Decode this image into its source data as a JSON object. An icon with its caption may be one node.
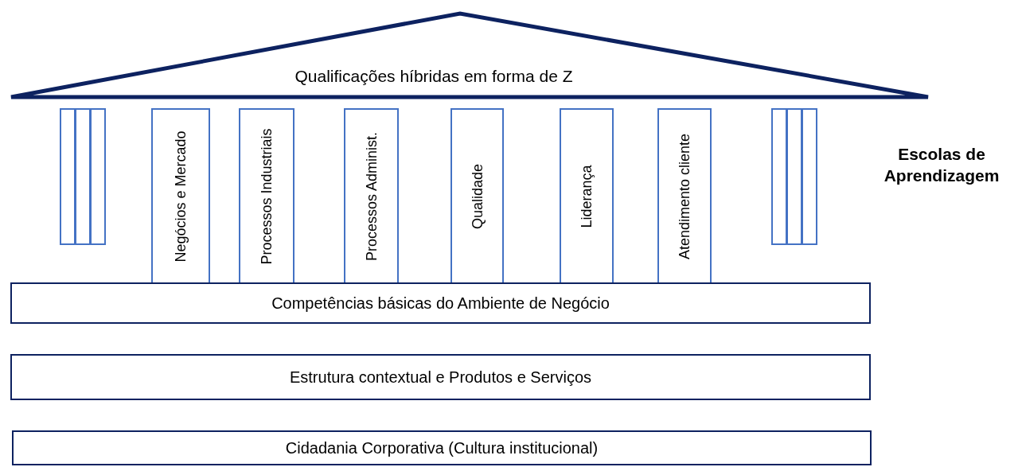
{
  "diagram": {
    "nodes": [
      {
        "text": [
          "Qualificações híbridas em forma de Z"
        ]
      },
      {
        "text": [],
        "shape": "box"
      },
      {
        "text": [],
        "shape": "box"
      },
      {
        "text": [],
        "shape": "box"
      },
      {
        "text": [
          "Negócios e Mercado"
        ]
      },
      {
        "text": [
          "Processos Industriais"
        ]
      },
      {
        "text": [
          "Processos Administ."
        ]
      },
      {
        "text": [
          "Qualidade"
        ]
      },
      {
        "text": [
          "Liderança"
        ]
      },
      {
        "text": [
          "Atendimento cliente"
        ]
      },
      {
        "text": [],
        "shape": "box"
      },
      {
        "text": [],
        "shape": "box"
      },
      {
        "text": [],
        "shape": "box"
      },
      {
        "text": [
          "Competências básicas do Ambiente de Negócio"
        ]
      },
      {
        "text": [
          "Estrutura contextual e Produtos e Serviços"
        ]
      },
      {
        "text": [
          "Cidadania Corporativa (Cultura institucional)"
        ]
      }
    ],
    "labels": [
      "Escolas de Aprendizagem"
    ]
  }
}
